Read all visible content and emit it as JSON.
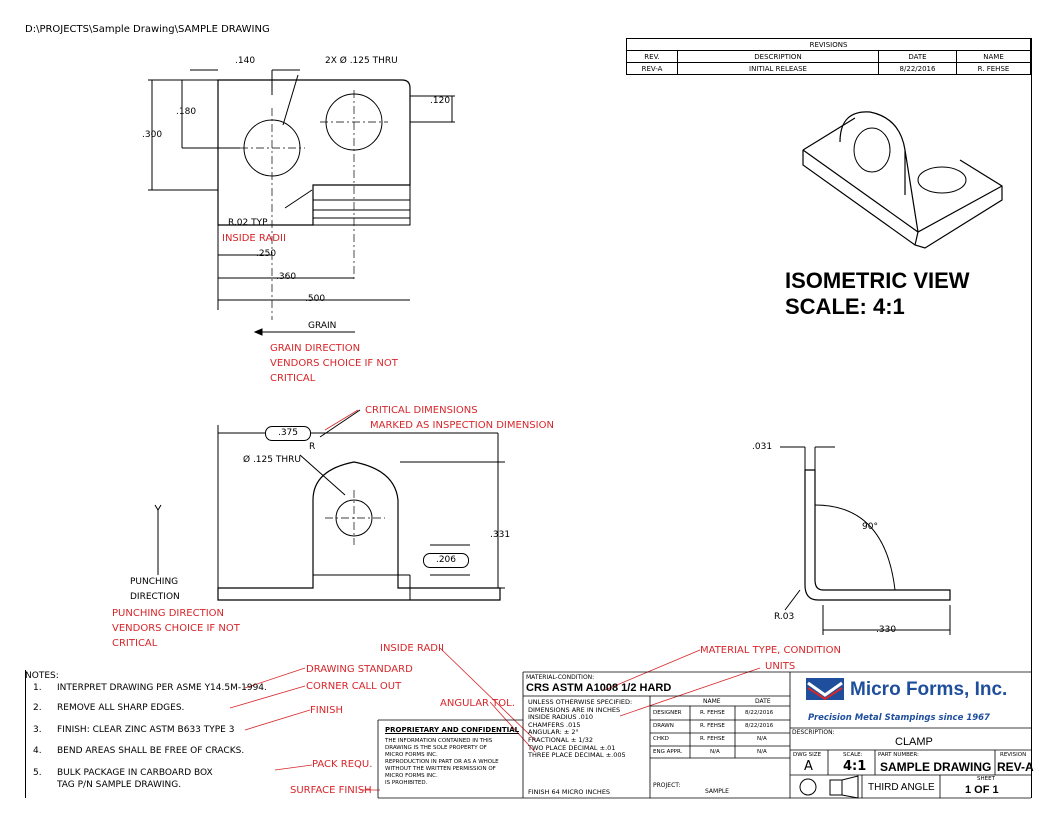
{
  "file_path": "D:\\PROJECTS\\Sample Drawing\\SAMPLE DRAWING",
  "revisions": {
    "title": "REVISIONS",
    "headers": [
      "REV.",
      "DESCRIPTION",
      "DATE",
      "NAME"
    ],
    "rows": [
      [
        "REV-A",
        "INITIAL RELEASE",
        "8/22/2016",
        "R. FEHSE"
      ]
    ]
  },
  "iso": {
    "line1": "ISOMETRIC VIEW",
    "line2": "SCALE: 4:1"
  },
  "top_view": {
    "dim_140": ".140",
    "hole_callout": "2X Ø .125 THRU",
    "dim_180": ".180",
    "dim_120": ".120",
    "dim_300": ".300",
    "radius_typ": "R.02 TYP",
    "inside_radii": "INSIDE RADII",
    "dim_250": ".250",
    "dim_360": ".360",
    "dim_500": ".500",
    "grain": "GRAIN",
    "grain_note": [
      "GRAIN DIRECTION",
      "VENDORS CHOICE IF NOT",
      "CRITICAL"
    ]
  },
  "front_view": {
    "critical_note": [
      "CRITICAL DIMENSIONS",
      "MARKED AS INSPECTION DIMENSION"
    ],
    "dim_375": ".375",
    "hole": "Ø .125 THRU",
    "r": "R",
    "dim_331": ".331",
    "dim_206": ".206",
    "punching": [
      "PUNCHING",
      "DIRECTION"
    ],
    "punching_note": [
      "PUNCHING DIRECTION",
      "VENDORS CHOICE IF NOT",
      "CRITICAL"
    ]
  },
  "side_view": {
    "dim_031": ".031",
    "angle": "90°",
    "radius": "R.03",
    "dim_330": ".330"
  },
  "notes": {
    "title": "NOTES:",
    "items": [
      {
        "num": "1.",
        "text": "INTERPRET DRAWING PER ASME Y14.5M-1994."
      },
      {
        "num": "2.",
        "text": "REMOVE ALL SHARP EDGES."
      },
      {
        "num": "3.",
        "text": "FINISH: CLEAR ZINC ASTM B633 TYPE 3"
      },
      {
        "num": "4.",
        "text": "BEND AREAS SHALL BE FREE OF CRACKS."
      },
      {
        "num": "5.",
        "text": "BULK PACKAGE IN CARBOARD BOX"
      }
    ],
    "item5b": "TAG P/N SAMPLE DRAWING."
  },
  "callouts": {
    "inside_radii": "INSIDE RADII",
    "material": "MATERIAL TYPE, CONDITION",
    "units": "UNITS",
    "drawing_standard": "DRAWING STANDARD",
    "corner": "CORNER CALL OUT",
    "angular": "ANGULAR TOL.",
    "finish": "FINISH",
    "pack": "PACK REQU.",
    "surface": "SURFACE FINISH"
  },
  "proprietary": {
    "title": "PROPRIETARY AND CONFIDENTIAL",
    "lines": [
      "THE INFORMATION CONTAINED IN THIS",
      "DRAWING IS THE SOLE PROPERTY OF",
      "MICRO FORMS INC.",
      "REPRODUCTION IN PART OR AS A WHOLE",
      "WITHOUT THE WRITTEN PERMISSION OF",
      "MICRO FORMS INC.",
      "IS PROHIBITED."
    ]
  },
  "material": {
    "label": "MATERIAL-CONDITION:",
    "value": "CRS ASTM A1008 1/2 HARD",
    "spec": [
      "UNLESS OTHERWISE SPECIFIED:",
      "DIMENSIONS ARE IN INCHES",
      "INSIDE RADIUS .010",
      "CHAMFERS .015",
      "ANGULAR: ± 2°",
      "FRACTIONAL ± 1/32",
      "TWO PLACE DECIMAL    ±.01",
      "THREE PLACE DECIMAL  ±.005"
    ],
    "finish": "FINISH 64 MICRO INCHES"
  },
  "approvals": {
    "headers": [
      "NAME",
      "DATE"
    ],
    "rows": [
      [
        "DESIGNER",
        "R. FEHSE",
        "8/22/2016"
      ],
      [
        "DRAWN",
        "R. FEHSE",
        "8/22/2016"
      ],
      [
        "CHKD",
        "R. FEHSE",
        "N/A"
      ],
      [
        "ENG APPR.",
        "N/A",
        "N/A"
      ]
    ],
    "project_label": "PROJECT:",
    "project": "SAMPLE"
  },
  "company": {
    "name": "Micro Forms, Inc.",
    "tagline": "Precision Metal Stampings since 1967"
  },
  "title_block": {
    "desc_label": "DESCRIPTION:",
    "desc": "CLAMP",
    "size_label": "DWG SIZE",
    "size": "A",
    "scale_label": "SCALE:",
    "scale": "4:1",
    "part_label": "PART NUMBER:",
    "part": "SAMPLE DRAWING",
    "rev_label": "REVISION",
    "rev": "REV-A",
    "angle": "THIRD ANGLE",
    "sheet_label": "SHEET",
    "sheet": "1 OF 1"
  },
  "colors": {
    "callout_red": "#d7262a",
    "logo_blue": "#1f4f9c"
  }
}
